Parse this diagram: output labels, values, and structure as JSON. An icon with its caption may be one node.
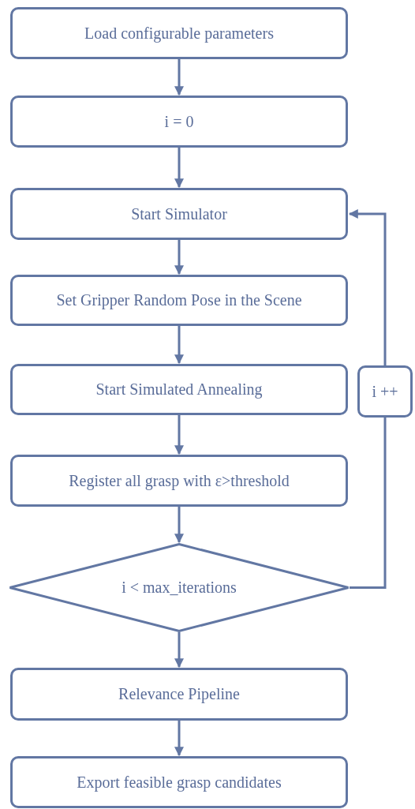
{
  "diagram": {
    "nodes": [
      {
        "text": [
          "Load configurable parameters"
        ]
      },
      {
        "text": [
          "i = 0"
        ]
      },
      {
        "text": [
          "Start Simulator"
        ]
      },
      {
        "text": [
          "Set Gripper Random Pose in the Scene"
        ]
      },
      {
        "text": [
          "Start Simulated Annealing"
        ]
      },
      {
        "text": [
          "Register all grasp with ε>threshold"
        ]
      },
      {
        "text": [
          "i < max_iterations"
        ]
      },
      {
        "text": [
          "i ++"
        ]
      },
      {
        "text": [
          "Relevance Pipeline"
        ]
      },
      {
        "text": [
          "Export feasible grasp candidates"
        ]
      }
    ],
    "edges": [
      {
        "from": 0,
        "to": 1,
        "arrow": "to"
      },
      {
        "from": 1,
        "to": 2,
        "arrow": "to"
      },
      {
        "from": 2,
        "to": 3,
        "arrow": "to"
      },
      {
        "from": 3,
        "to": 4,
        "arrow": "to"
      },
      {
        "from": 4,
        "to": 5,
        "arrow": "to"
      },
      {
        "from": 5,
        "to": 6,
        "arrow": "to"
      },
      {
        "from": 6,
        "to": 7,
        "arrow": "none"
      },
      {
        "from": 7,
        "to": 2,
        "arrow": "to"
      },
      {
        "from": 6,
        "to": 8,
        "arrow": "to"
      },
      {
        "from": 8,
        "to": 9,
        "arrow": "to"
      }
    ]
  }
}
